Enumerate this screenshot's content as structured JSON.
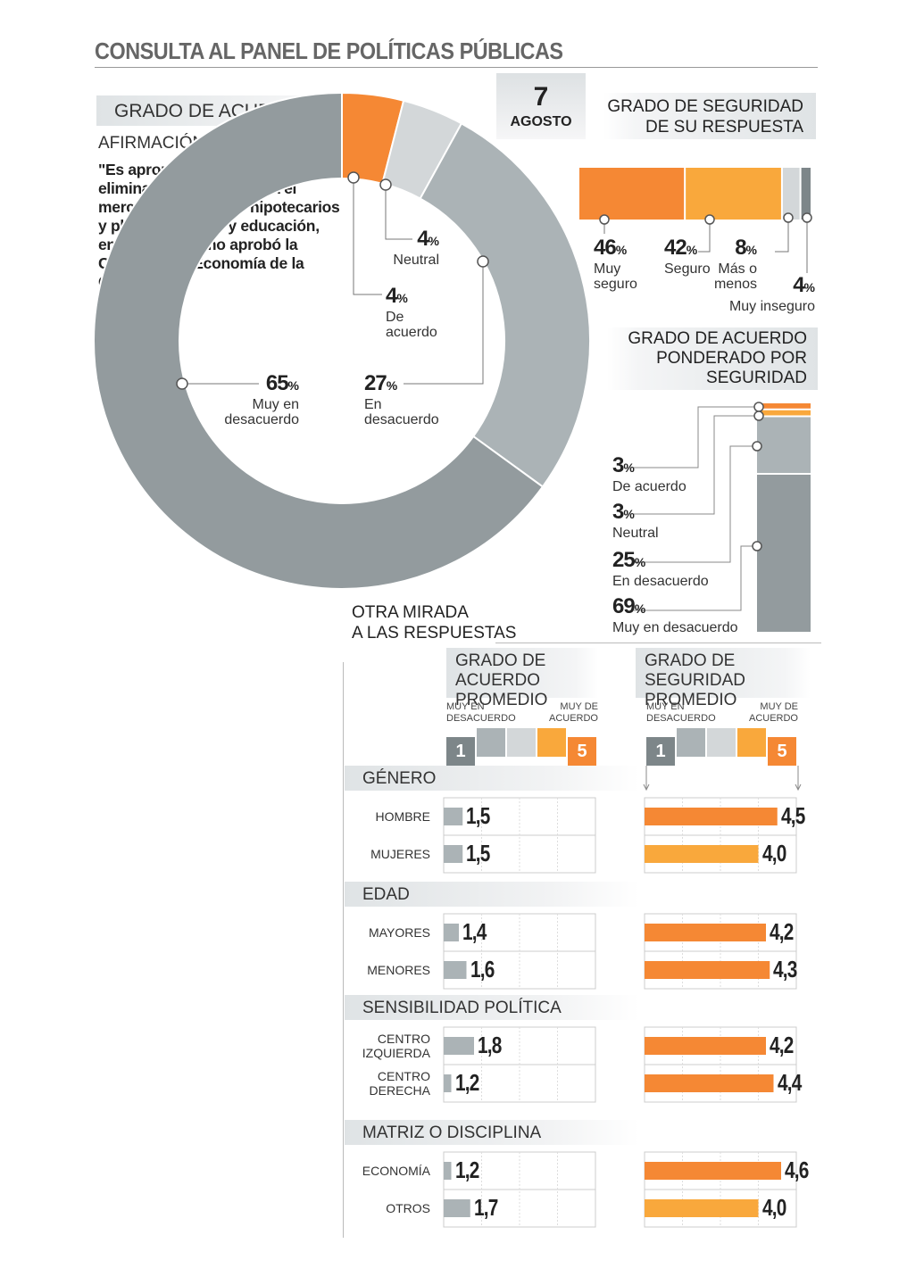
{
  "header": {
    "title": "CONSULTA AL PANEL DE POLÍTICAS PÚBLICAS"
  },
  "date": {
    "day": "7",
    "month": "AGOSTO"
  },
  "agreement": {
    "box_title": "GRADO DE ACUERDO",
    "statement_label": "AFIRMACIÓN:",
    "statement": "\"Es apropiado evaluar la eliminación de la UF para el mercado de créditos hipotecarios y planes de salud y educación, entre otros, como aprobó la Comisión de Economía de la Cámara\""
  },
  "security": {
    "box_title_1": "GRADO DE SEGURIDAD",
    "box_title_2": "DE SU RESPUESTA"
  },
  "weighted": {
    "box_title_1": "GRADO DE ACUERDO",
    "box_title_2": "PONDERADO POR",
    "box_title_3": "SEGURIDAD"
  },
  "otra": {
    "line1": "OTRA MIRADA",
    "line2": "A LAS RESPUESTAS"
  },
  "averages": {
    "col1_title_1": "GRADO DE ACUERDO",
    "col1_title_2": "PROMEDIO",
    "col2_title_1": "GRADO DE SEGURIDAD",
    "col2_title_2": "PROMEDIO",
    "scale_low_1": "MUY EN",
    "scale_low_2": "DESACUERDO",
    "scale_high_1": "MUY DE",
    "scale_high_2": "ACUERDO",
    "scale_min": "1",
    "scale_max": "5"
  },
  "colors": {
    "orange": "#f58834",
    "light_orange": "#f9a83c",
    "gray": "#99a3a6",
    "light_gray": "#d3d7d9",
    "dark_gray": "#7d8689",
    "bar_gray": "#abb3b6"
  },
  "chart_data": [
    {
      "type": "pie",
      "title": "GRADO DE ACUERDO",
      "categories": [
        "De acuerdo",
        "Neutral",
        "En desacuerdo",
        "Muy en desacuerdo"
      ],
      "values": [
        4,
        4,
        27,
        65
      ],
      "value_labels": [
        "4",
        "4",
        "27",
        "65"
      ],
      "label_lines": [
        [
          "De",
          "acuerdo"
        ],
        [
          "Neutral"
        ],
        [
          "En",
          "desacuerdo"
        ],
        [
          "Muy en",
          "desacuerdo"
        ]
      ],
      "colors": [
        "#f58834",
        "#d3d7d9",
        "#abb3b6",
        "#939b9e"
      ]
    },
    {
      "type": "bar",
      "title": "GRADO DE SEGURIDAD DE SU RESPUESTA",
      "categories": [
        "Muy seguro",
        "Seguro",
        "Más o menos",
        "Muy inseguro"
      ],
      "values": [
        46,
        42,
        8,
        4
      ],
      "value_labels": [
        "46",
        "42",
        "8",
        "4"
      ],
      "label_lines": [
        [
          "Muy",
          "seguro"
        ],
        [
          "Seguro"
        ],
        [
          "Más o",
          "menos"
        ],
        [
          "Muy inseguro"
        ]
      ],
      "colors": [
        "#f58834",
        "#f9a83c",
        "#d3d7d9",
        "#7d8689"
      ]
    },
    {
      "type": "bar",
      "title": "GRADO DE ACUERDO PONDERADO POR SEGURIDAD",
      "categories": [
        "De acuerdo",
        "Neutral",
        "En desacuerdo",
        "Muy en desacuerdo"
      ],
      "values": [
        3,
        3,
        25,
        69
      ],
      "value_labels": [
        "3",
        "3",
        "25",
        "69"
      ],
      "colors": [
        "#f58834",
        "#f9a83c",
        "#abb3b6",
        "#939b9e"
      ]
    },
    {
      "type": "bar",
      "title": "OTRA MIRADA A LAS RESPUESTAS",
      "xlim": [
        1,
        5
      ],
      "groups": [
        {
          "name": "GÉNERO",
          "rows": [
            {
              "label": [
                "HOMBRE"
              ],
              "agreement": 1.5,
              "agreement_label": "1,5",
              "security": 4.5,
              "security_label": "4,5"
            },
            {
              "label": [
                "MUJERES"
              ],
              "agreement": 1.5,
              "agreement_label": "1,5",
              "security": 4.0,
              "security_label": "4,0"
            }
          ]
        },
        {
          "name": "EDAD",
          "rows": [
            {
              "label": [
                "MAYORES"
              ],
              "agreement": 1.4,
              "agreement_label": "1,4",
              "security": 4.2,
              "security_label": "4,2"
            },
            {
              "label": [
                "MENORES"
              ],
              "agreement": 1.6,
              "agreement_label": "1,6",
              "security": 4.3,
              "security_label": "4,3"
            }
          ]
        },
        {
          "name": "SENSIBILIDAD POLÍTICA",
          "rows": [
            {
              "label": [
                "CENTRO",
                "IZQUIERDA"
              ],
              "agreement": 1.8,
              "agreement_label": "1,8",
              "security": 4.2,
              "security_label": "4,2"
            },
            {
              "label": [
                "CENTRO",
                "DERECHA"
              ],
              "agreement": 1.2,
              "agreement_label": "1,2",
              "security": 4.4,
              "security_label": "4,4"
            }
          ]
        },
        {
          "name": "MATRIZ O DISCIPLINA",
          "rows": [
            {
              "label": [
                "ECONOMÍA"
              ],
              "agreement": 1.2,
              "agreement_label": "1,2",
              "security": 4.6,
              "security_label": "4,6"
            },
            {
              "label": [
                "OTROS"
              ],
              "agreement": 1.7,
              "agreement_label": "1,7",
              "security": 4.0,
              "security_label": "4,0"
            }
          ]
        }
      ]
    }
  ]
}
